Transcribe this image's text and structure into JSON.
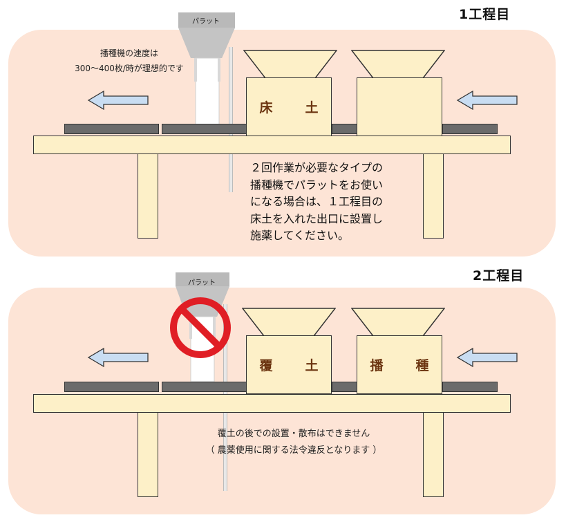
{
  "stage1": {
    "title": "1工程目",
    "hopper_label": "パラット",
    "speed_note_line1": "播種機の速度は",
    "speed_note_line2": "300〜400枚/時が理想的です",
    "machine_left_label": "床　土",
    "machine_right_label": "",
    "instruction": [
      "２回作業が必要なタイプの",
      "播種機でパラットをお使い",
      "になる場合は、１工程目の",
      "床土を入れた出口に設置し",
      "施薬してください。"
    ]
  },
  "stage2": {
    "title": "2工程目",
    "hopper_label": "パラット",
    "machine_left_label": "覆　土",
    "machine_right_label": "播　種",
    "warning_line1": "覆土の後での設置・散布はできません",
    "warning_line2": "（ 農薬使用に関する法令違反となります ）"
  },
  "colors": {
    "panel": "#fde4d6",
    "machine": "#fdf0c8",
    "belt": "#6b6b6b",
    "arrow": "#c9ddf2",
    "prohibit": "#e01e25",
    "hopper": "#b9b9b9"
  },
  "icons": [
    "flow-arrow-left-icon",
    "prohibited-icon"
  ]
}
